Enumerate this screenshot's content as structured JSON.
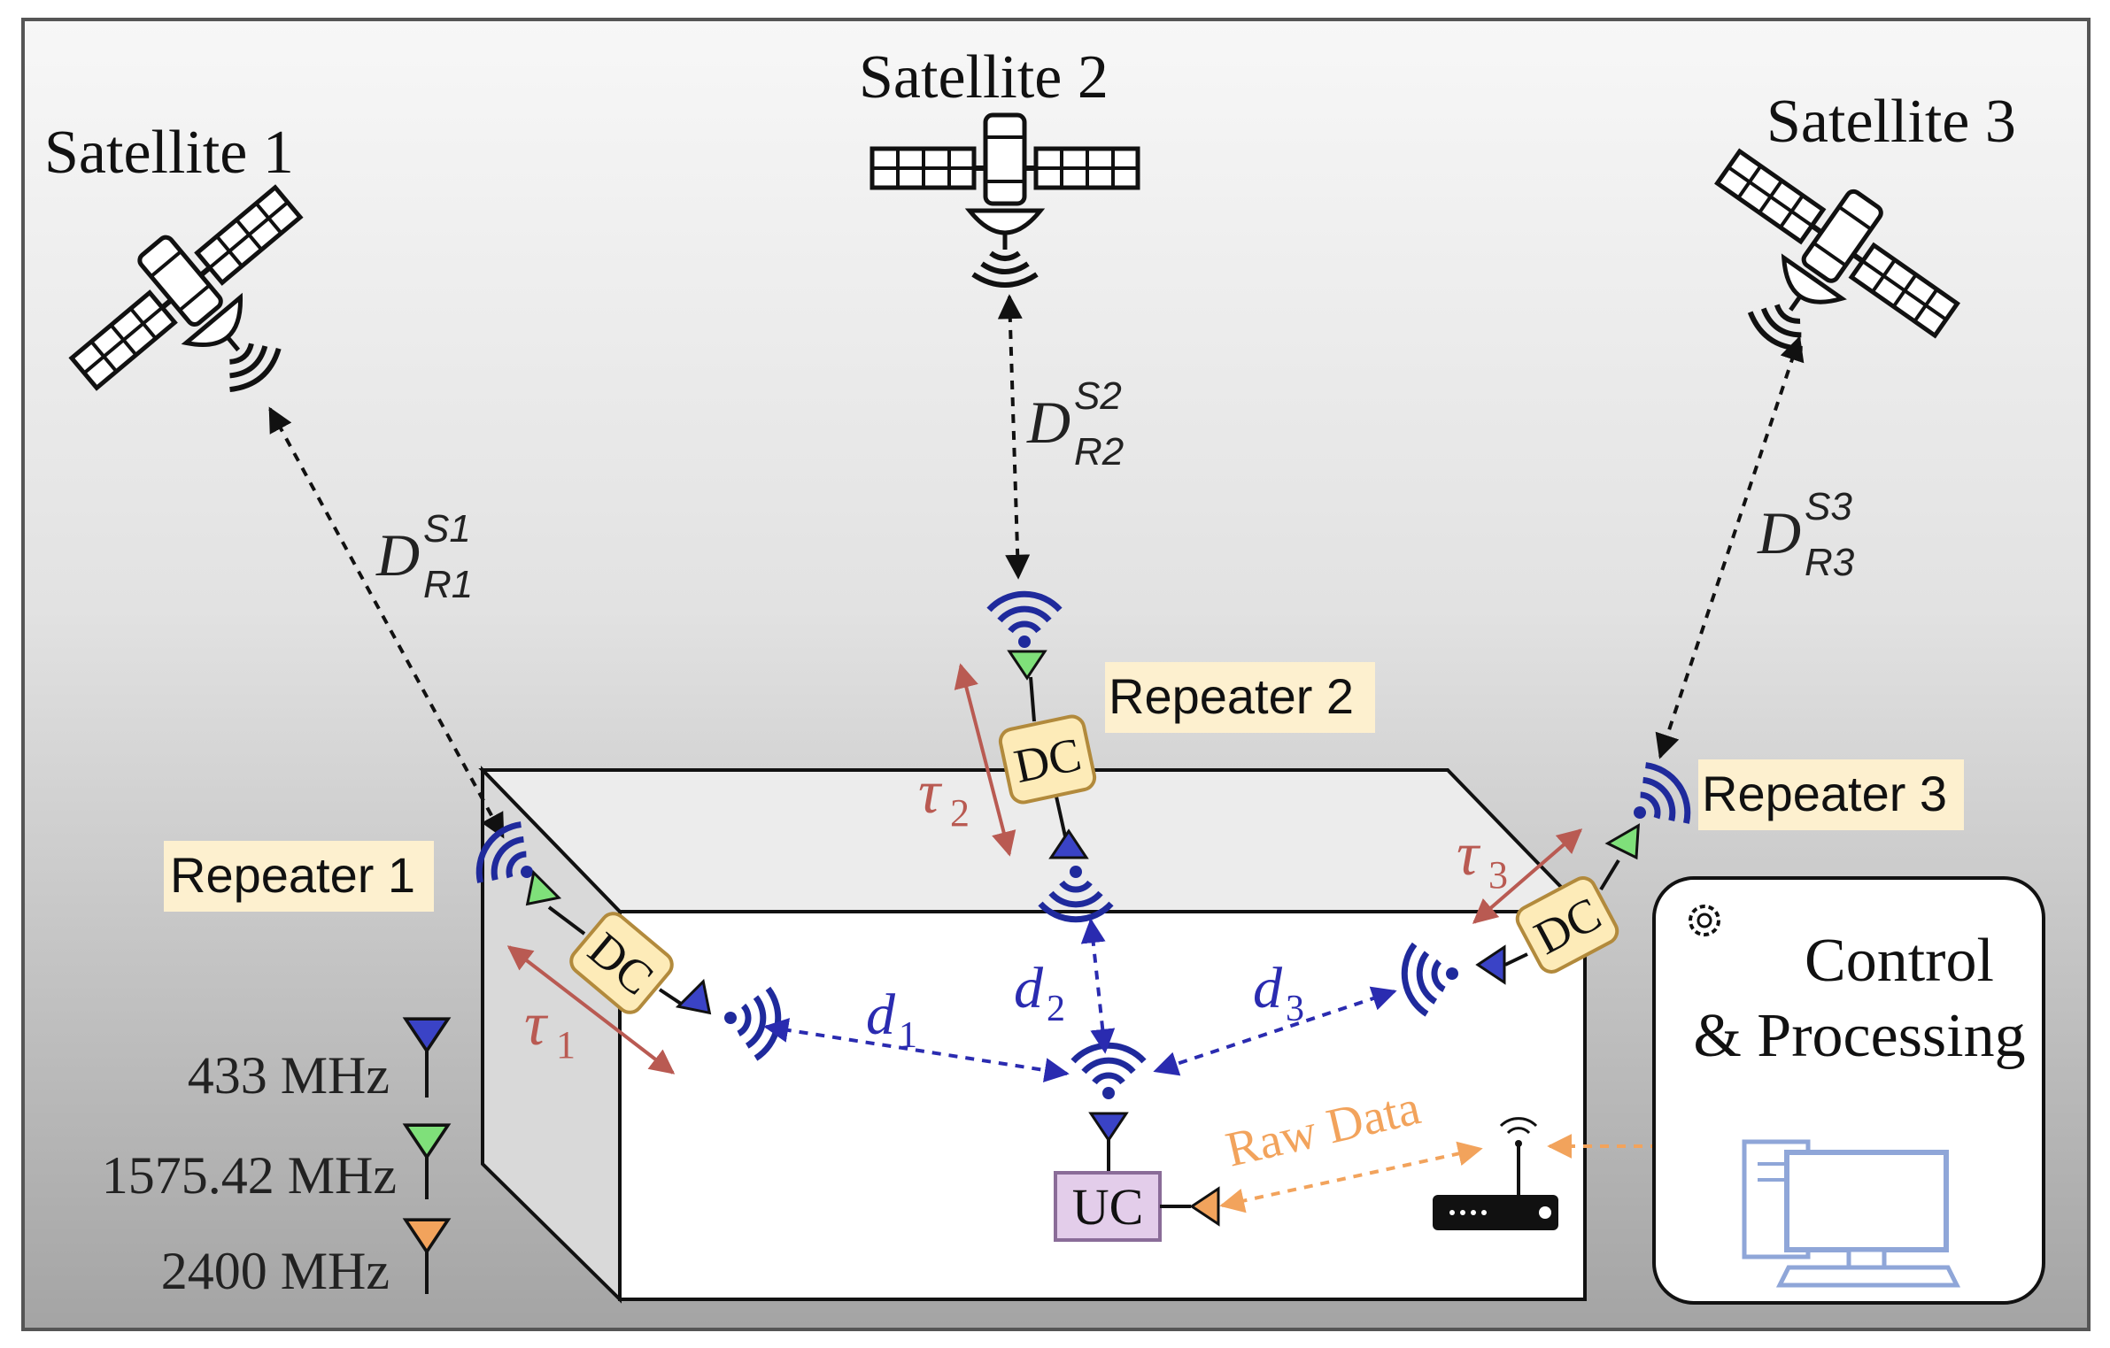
{
  "satellites": [
    {
      "label": "Satellite 1"
    },
    {
      "label": "Satellite 2"
    },
    {
      "label": "Satellite 3"
    }
  ],
  "repeaters": [
    {
      "label": "Repeater 1",
      "unit": "DC"
    },
    {
      "label": "Repeater 2",
      "unit": "DC"
    },
    {
      "label": "Repeater 3",
      "unit": "DC"
    }
  ],
  "distances": [
    {
      "main": "D",
      "sup": "S1",
      "sub": "R1"
    },
    {
      "main": "D",
      "sup": "S2",
      "sub": "R2"
    },
    {
      "main": "D",
      "sup": "S3",
      "sub": "R3"
    }
  ],
  "delays": [
    {
      "symbol": "τ",
      "index": "1"
    },
    {
      "symbol": "τ",
      "index": "2"
    },
    {
      "symbol": "τ",
      "index": "3"
    }
  ],
  "indoor_distances": [
    {
      "symbol": "d",
      "index": "1"
    },
    {
      "symbol": "d",
      "index": "2"
    },
    {
      "symbol": "d",
      "index": "3"
    }
  ],
  "legend": [
    {
      "label": "433 MHz",
      "color": "#3a43c6"
    },
    {
      "label": "1575.42 MHz",
      "color": "#7fe07a"
    },
    {
      "label": "2400 MHz",
      "color": "#f2a35c"
    }
  ],
  "user_unit": {
    "label": "UC"
  },
  "link": {
    "label": "Raw Data"
  },
  "control": {
    "line1": "Control",
    "line2": "& Processing"
  },
  "colors": {
    "wifi_blue": "#1f2a9c",
    "delay_red": "#b95a52",
    "dc_fill": "#fdebb8",
    "uc_fill": "#e3cdea",
    "label_bg": "#fdf0cf",
    "pc_blue": "#8fa6d8"
  },
  "icons": {
    "satellite": "satellite-icon",
    "wifi": "wifi-signal-icon",
    "antenna": "antenna-icon",
    "router": "router-icon",
    "computer": "desktop-computer-icon",
    "gear": "gear-icon"
  }
}
